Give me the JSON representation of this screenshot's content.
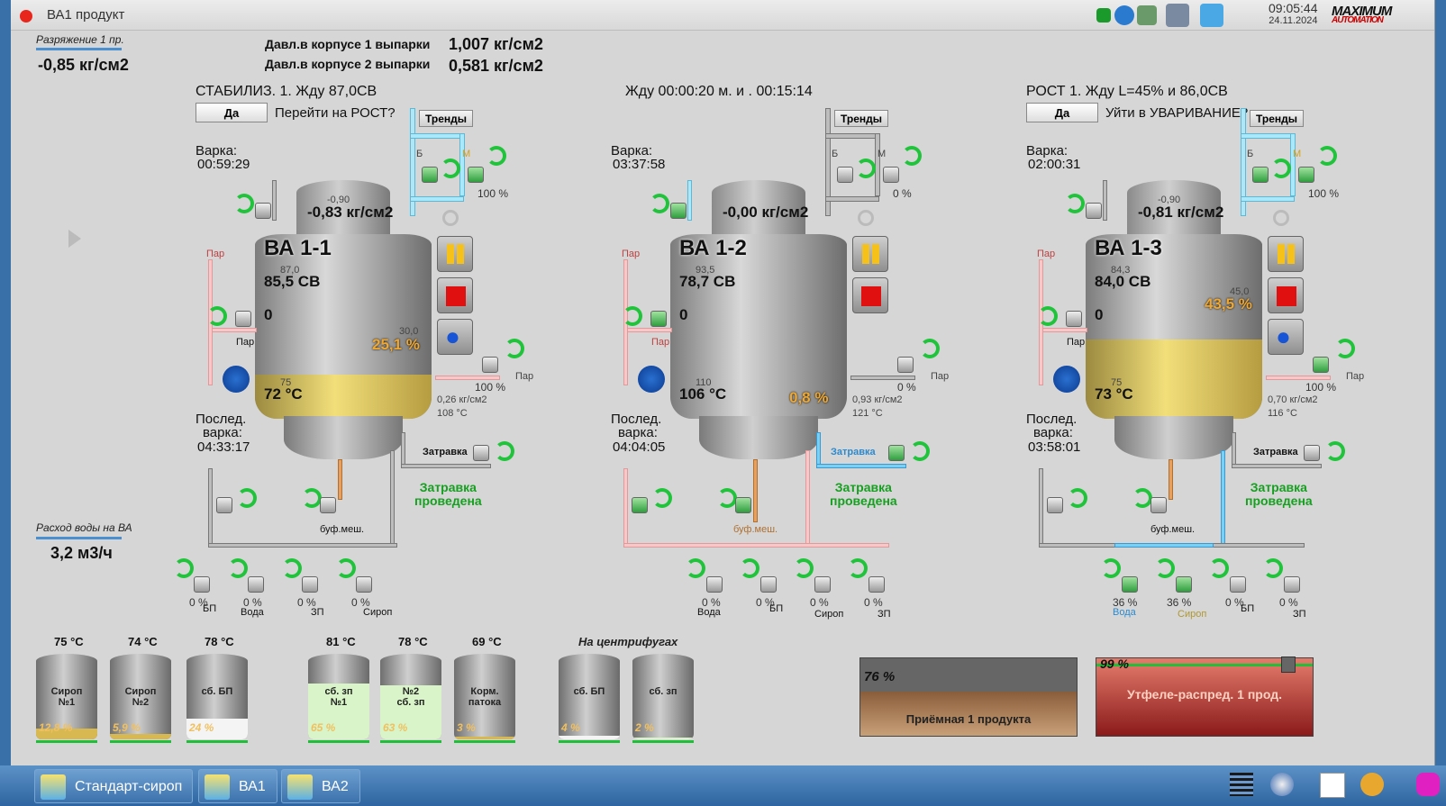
{
  "window": {
    "title": "ВА1 продукт"
  },
  "header": {
    "time": "09:05:44",
    "date": "24.11.2024",
    "logo": "MAXIMUM",
    "logo_sub": "AUTOMATION"
  },
  "vacuum": {
    "label": "Разряжение 1 пр.",
    "value": "-0,85 кг/см2"
  },
  "pressures": [
    {
      "label": "Давл.в корпусе 1 выпарки",
      "value": "1,007 кг/см2"
    },
    {
      "label": "Давл.в корпусе 2 выпарки",
      "value": "0,581 кг/см2"
    }
  ],
  "water_flow": {
    "label": "Расход воды на ВА",
    "value": "3,2 м3/ч"
  },
  "units": [
    {
      "header": "СТАБИЛИЗ. 1. Жду 87,0СВ",
      "yes_btn": "Да",
      "question": "Перейти на РОСТ?",
      "trends_btn": "Тренды",
      "varka_label": "Варка:",
      "varka_time": "00:59:29",
      "lid_small": "-0,90",
      "pressure": "-0,83 кг/см2",
      "name": "ВА 1-1",
      "sv_sp": "87,0",
      "sv": "85,5 СВ",
      "zero": "0",
      "par": "Пар",
      "level_sp": "30,0",
      "level": "25,1 %",
      "temp_sp": "75",
      "temp": "72 °C",
      "steam_pct": "100 %",
      "steam_p": "0,26 кг/см2",
      "steam_t": "108 °C",
      "last_label": "Послед.",
      "last_label2": "варка:",
      "last_time": "04:33:17",
      "vp_pct": "100 %",
      "zatravka": "Затравка",
      "zatr1": "Затравка",
      "zatr2": "проведена",
      "bufmesh": "буф.меш.",
      "bottom": [
        {
          "pct": "0 %",
          "name": "БП"
        },
        {
          "pct": "0 %",
          "name": "Вода"
        },
        {
          "pct": "0 %",
          "name": "ЗП"
        },
        {
          "pct": "0 %",
          "name": "Сироп"
        }
      ],
      "fill": 0.24
    },
    {
      "header": "Жду 00:00:20 м.  и  . 00:15:14",
      "trends_btn": "Тренды",
      "varka_label": "Варка:",
      "varka_time": "03:37:58",
      "pressure": "-0,00 кг/см2",
      "name": "ВА 1-2",
      "sv_sp": "93,5",
      "sv": "78,7 СВ",
      "zero": "0",
      "par": "Пар",
      "temp_sp": "110",
      "temp": "106 °C",
      "level": "0,8 %",
      "steam_pct": "0 %",
      "steam_p": "0,93 кг/см2",
      "steam_t": "121 °C",
      "last_label": "Послед.",
      "last_label2": "варка:",
      "last_time": "04:04:05",
      "vp_pct": "0 %",
      "zatravka": "Затравка",
      "zatr1": "Затравка",
      "zatr2": "проведена",
      "bufmesh": "буф.меш.",
      "bottom": [
        {
          "pct": "0 %",
          "name": "Вода"
        },
        {
          "pct": "0 %",
          "name": "БП"
        },
        {
          "pct": "0 %",
          "name": "Сироп"
        },
        {
          "pct": "0 %",
          "name": "ЗП"
        }
      ],
      "fill": 0.0
    },
    {
      "header": "РОСТ 1. Жду L=45%  и 86,0СВ",
      "yes_btn": "Да",
      "question": "Уйти в УВАРИВАНИЕ?",
      "trends_btn": "Тренды",
      "varka_label": "Варка:",
      "varka_time": "02:00:31",
      "lid_small": "-0,90",
      "pressure": "-0,81 кг/см2",
      "name": "ВА 1-3",
      "sv_sp": "84,3",
      "sv": "84,0 СВ",
      "zero": "0",
      "par": "Пар",
      "level_sp": "45,0",
      "level": "43,5 %",
      "temp_sp": "75",
      "temp": "73 °C",
      "steam_pct": "100 %",
      "steam_p": "0,70 кг/см2",
      "steam_t": "116 °C",
      "last_label": "Послед.",
      "last_label2": "варка:",
      "last_time": "03:58:01",
      "vp_pct": "100 %",
      "zatravka": "Затравка",
      "zatr1": "Затравка",
      "zatr2": "проведена",
      "bufmesh": "буф.меш.",
      "bottom": [
        {
          "pct": "36 %",
          "name": "Вода"
        },
        {
          "pct": "36 %",
          "name": "Сироп"
        },
        {
          "pct": "0 %",
          "name": "БП"
        },
        {
          "pct": "0 %",
          "name": "ЗП"
        }
      ],
      "fill": 0.43
    }
  ],
  "valve_labels": {
    "b": "Б",
    "m": "М"
  },
  "storage": [
    {
      "temp": "75 °C",
      "name": "Сироп\n№1",
      "pct": "12,8 %",
      "fill": 0.13,
      "color": "#d8b850"
    },
    {
      "temp": "74 °C",
      "name": "Сироп\n№2",
      "pct": "5,9 %",
      "fill": 0.06,
      "color": "#d8b850"
    },
    {
      "temp": "78 °C",
      "name": "сб. БП",
      "pct": "24 %",
      "fill": 0.24,
      "color": "#f4f4f4"
    },
    {
      "temp": "81 °C",
      "name": "сб. зп\n№1",
      "pct": "65 %",
      "fill": 0.65,
      "color": "#d8f4c8"
    },
    {
      "temp": "78 °C",
      "name": "№2\nсб. зп",
      "pct": "63 %",
      "fill": 0.63,
      "color": "#d8f4c8"
    },
    {
      "temp": "69 °C",
      "name": "Корм.\nпатока",
      "pct": "3 %",
      "fill": 0.03,
      "color": "#d8b850"
    }
  ],
  "centrifuges": {
    "label": "На центрифугах",
    "tanks": [
      {
        "name": "сб. БП",
        "pct": "4 %",
        "fill": 0.04,
        "color": "#f4f4f4"
      },
      {
        "name": "сб. зп",
        "pct": "2 %",
        "fill": 0.02,
        "color": "#d8f4c8"
      }
    ]
  },
  "receiver": {
    "pct": "76 %",
    "label": "Приёмная 1 продукта",
    "fill": 0.76
  },
  "distributor": {
    "pct": "99 %",
    "label": "Утфеле-распред. 1 прод.",
    "fill": 0.99
  },
  "taskbar": {
    "items": [
      "Стандарт-сироп",
      "ВА1",
      "ВА2"
    ]
  }
}
